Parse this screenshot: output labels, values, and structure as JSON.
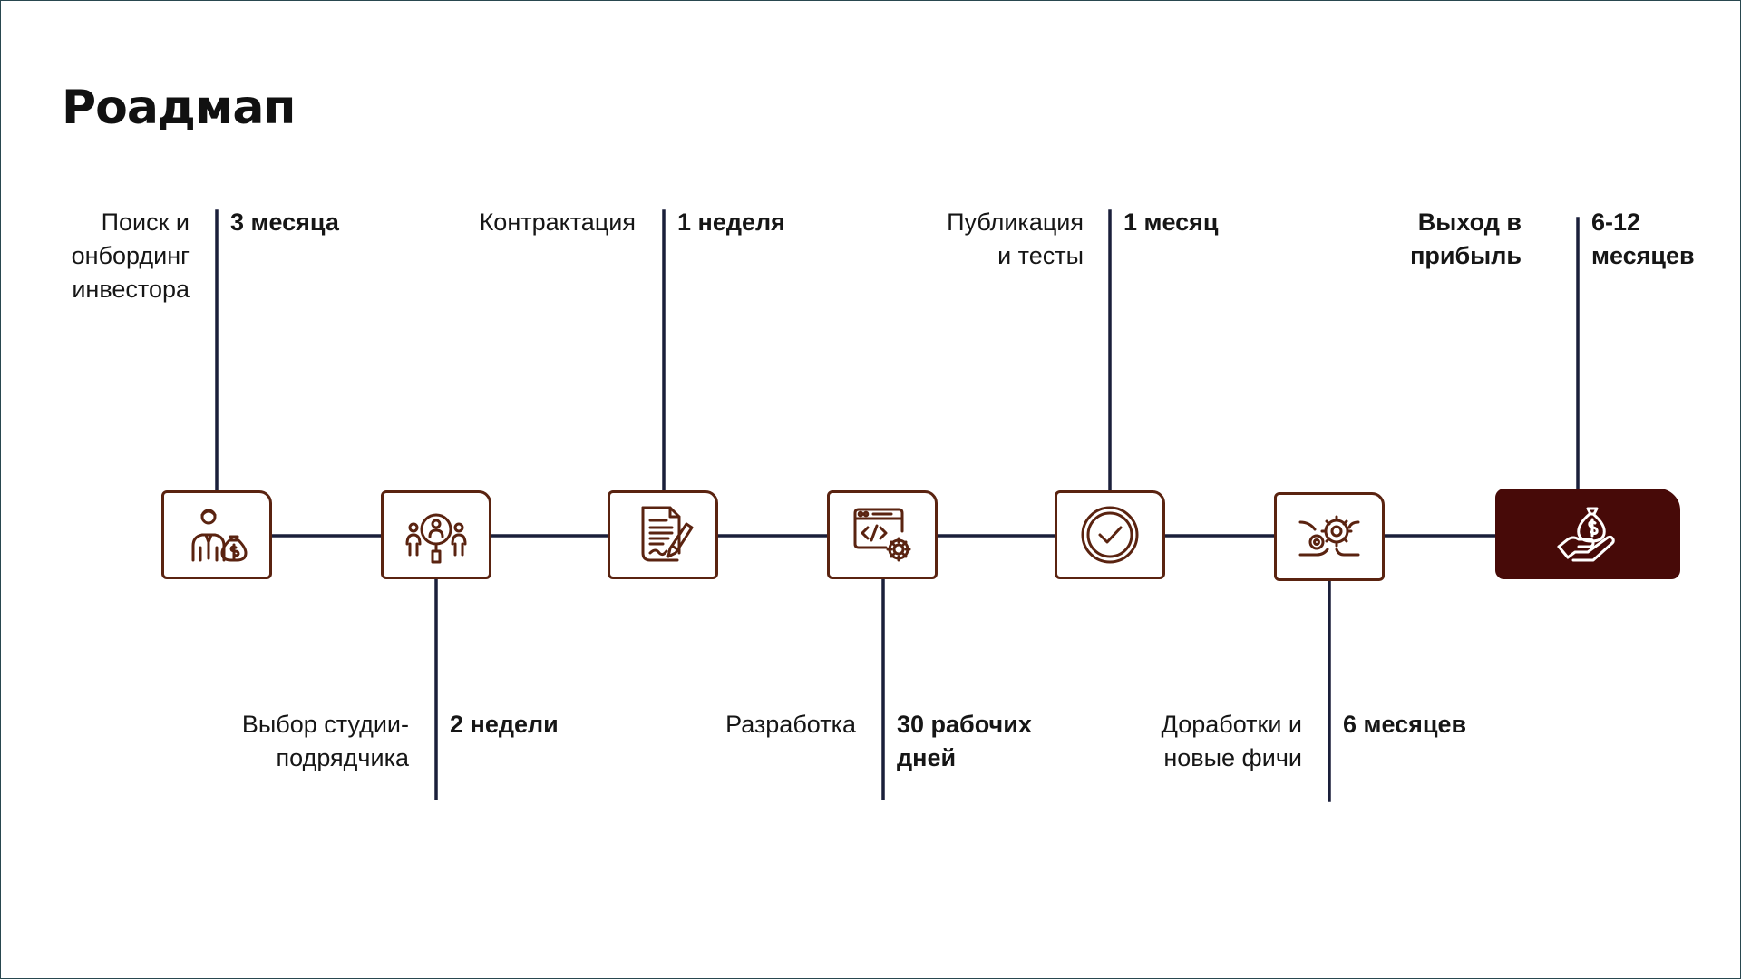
{
  "title": "Роадмап",
  "colors": {
    "accent": "#5a2310",
    "final_fill": "#470a08",
    "line": "#1a1f3a",
    "frame": "#29474f"
  },
  "steps": [
    {
      "label": "Поиск и\nонбординг\nинвестора",
      "duration": "3 месяца",
      "icon": "investor-money-bag-icon"
    },
    {
      "label": "Выбор студии-\nподрядчика",
      "duration": "2 недели",
      "icon": "team-search-icon"
    },
    {
      "label": "Контрактация",
      "duration": "1 неделя",
      "icon": "contract-sign-icon"
    },
    {
      "label": "Разработка",
      "duration": "30 рабочих\nдней",
      "icon": "code-settings-icon"
    },
    {
      "label": "Публикация\nи тесты",
      "duration": "1 месяц",
      "icon": "check-circle-icon"
    },
    {
      "label": "Доработки и\nновые фичи",
      "duration": "6 месяцев",
      "icon": "gears-hand-icon"
    },
    {
      "label": "Выход в\nприбыль",
      "duration": "6-12\nмесяцев",
      "icon": "hand-money-bag-icon"
    }
  ]
}
